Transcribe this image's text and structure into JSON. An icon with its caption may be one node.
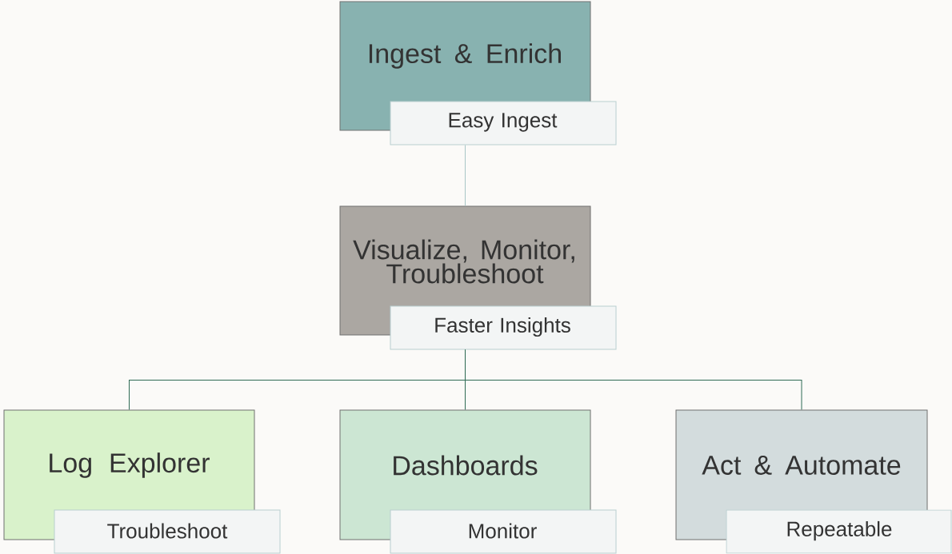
{
  "diagram": {
    "nodes": [
      {
        "text": [
          "Ingest & Enrich"
        ]
      },
      {
        "text": [
          "Easy Ingest"
        ]
      },
      {
        "text": [
          "Visualize, Monitor, Troubleshoot"
        ]
      },
      {
        "text": [
          "Faster Insights"
        ]
      },
      {
        "text": [
          "Log Explorer"
        ]
      },
      {
        "text": [
          "Troubleshoot"
        ]
      },
      {
        "text": [
          "Dashboards"
        ]
      },
      {
        "text": [
          "Monitor"
        ]
      },
      {
        "text": [
          "Act & Automate"
        ]
      },
      {
        "text": [
          "Repeatable"
        ]
      }
    ],
    "edges": [
      {
        "from": 1,
        "to": 2,
        "arrow": "none",
        "color": "#a9c6c6"
      },
      {
        "from": 3,
        "to": 4,
        "arrow": "none"
      },
      {
        "from": 3,
        "to": 6,
        "arrow": "none"
      },
      {
        "from": 3,
        "to": 8,
        "arrow": "none"
      }
    ]
  }
}
